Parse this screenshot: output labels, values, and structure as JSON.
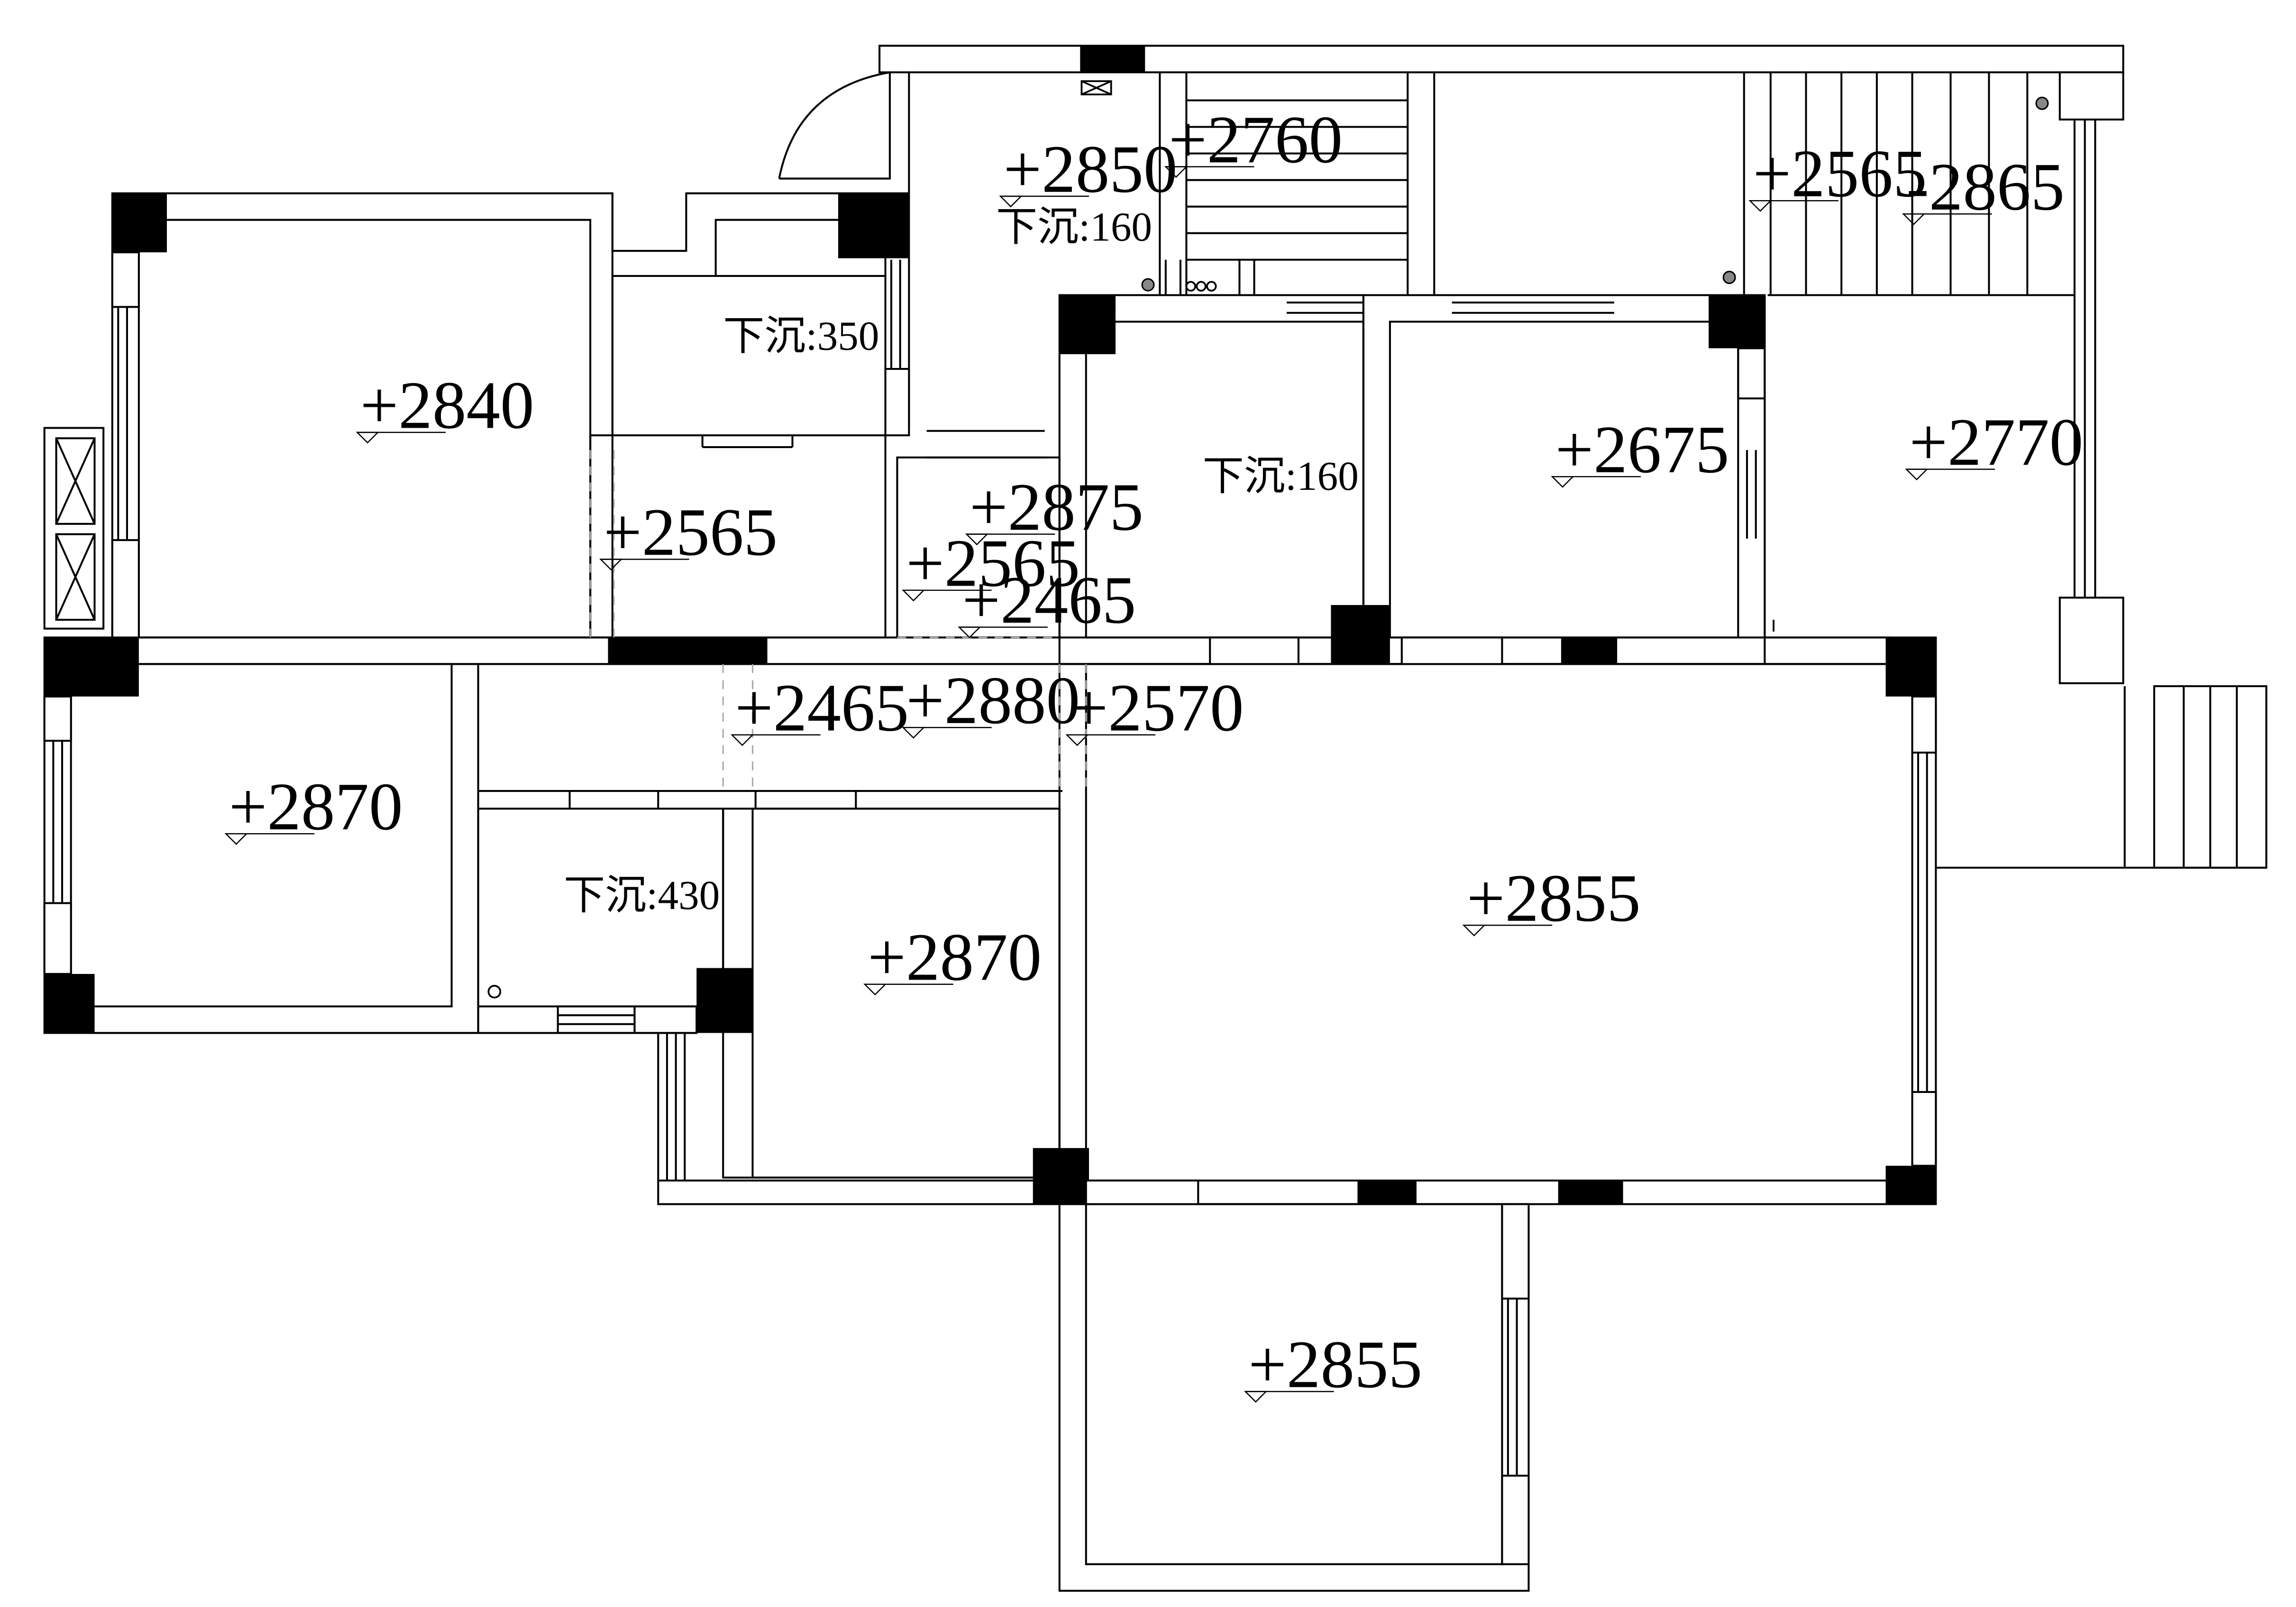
{
  "plan": {
    "colors": {
      "line": "#000000",
      "column": "#000000",
      "background": "#ffffff",
      "dashed": "#aaaaaa"
    },
    "levels": [
      {
        "id": "balcony-top",
        "text": "+2850"
      },
      {
        "id": "stair-top",
        "text": "+2760"
      },
      {
        "id": "terrace-a",
        "text": "+2565"
      },
      {
        "id": "terrace-b",
        "text": "-2865"
      },
      {
        "id": "bedroom-nw",
        "text": "+2840"
      },
      {
        "id": "corridor-n",
        "text": "+2565"
      },
      {
        "id": "hall-a",
        "text": "+2875"
      },
      {
        "id": "hall-b",
        "text": "+2565"
      },
      {
        "id": "hall-c",
        "text": "+2465"
      },
      {
        "id": "bedroom-ne",
        "text": "+2675"
      },
      {
        "id": "balcony-e",
        "text": "+2770"
      },
      {
        "id": "corridor-a",
        "text": "+2465"
      },
      {
        "id": "corridor-b",
        "text": "+2880"
      },
      {
        "id": "corridor-c",
        "text": "+2570"
      },
      {
        "id": "bedroom-w",
        "text": "+2870"
      },
      {
        "id": "bedroom-s",
        "text": "+2870"
      },
      {
        "id": "living",
        "text": "+2855"
      },
      {
        "id": "balcony-s",
        "text": "+2855"
      }
    ],
    "notes": [
      {
        "id": "kitchen-sink",
        "text": "下沉:160"
      },
      {
        "id": "bath-n-sink",
        "text": "下沉:350"
      },
      {
        "id": "bath-c-sink",
        "text": "下沉:160"
      },
      {
        "id": "bath-w-sink",
        "text": "下沉:430"
      }
    ]
  }
}
